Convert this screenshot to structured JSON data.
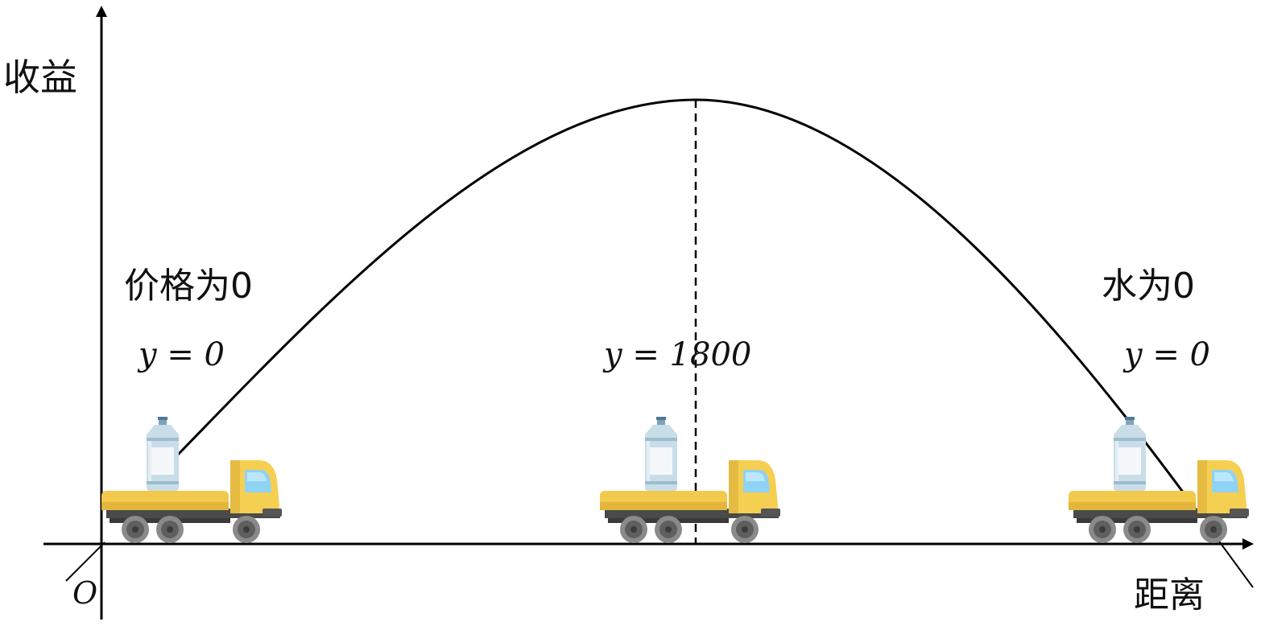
{
  "axes": {
    "y_label": "收益",
    "x_label": "距离",
    "origin_label": "O"
  },
  "annotations": {
    "left_title": "价格为0",
    "left_equation": "y = 0",
    "middle_equation": "y = 1800",
    "right_title": "水为0",
    "right_equation": "y = 0"
  },
  "colors": {
    "truck_body": "#F2C94C",
    "truck_cab": "#F5CF52",
    "truck_window": "#8FD3F4",
    "chassis": "#4A4A4A",
    "wheel": "#6B6B6B",
    "bottle": "#C9DDE8",
    "bottle_cap": "#4F7A94"
  }
}
